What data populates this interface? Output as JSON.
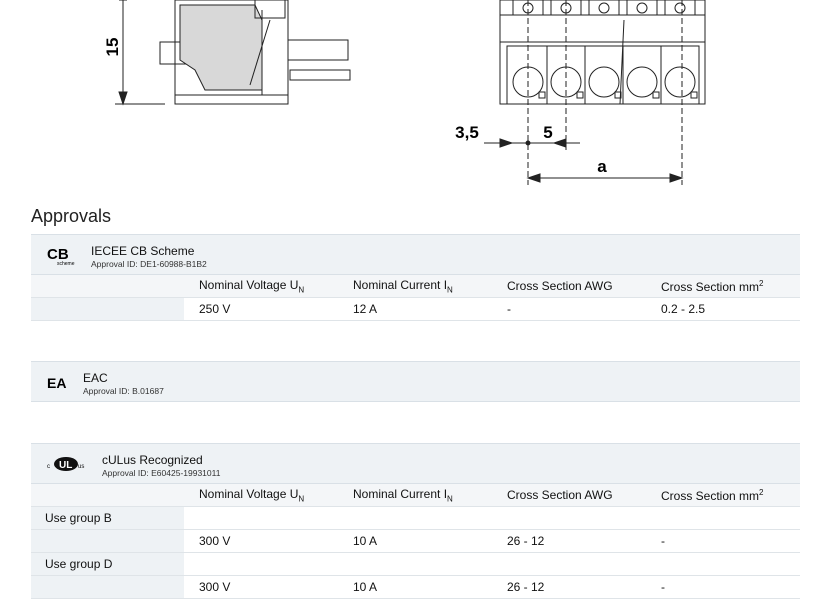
{
  "drawing": {
    "dim_height": "15",
    "dim_offset": "3,5",
    "dim_pitch": "5",
    "dim_a": "a"
  },
  "section_title": "Approvals",
  "approvals": [
    {
      "name": "IECEE CB Scheme",
      "approval_id": "Approval ID: DE1-60988-B1B2",
      "logo": "cb-scheme-logo",
      "columns": [
        "Nominal Voltage U",
        "Nominal Current I",
        "Cross Section AWG",
        "Cross Section mm"
      ],
      "col_sub": [
        "N",
        "N",
        "",
        ""
      ],
      "col_sup": [
        "",
        "",
        "",
        "2"
      ],
      "rows": [
        {
          "label": "",
          "values": [
            "250 V",
            "12 A",
            "-",
            "0.2 - 2.5"
          ]
        }
      ]
    },
    {
      "name": "EAC",
      "approval_id": "Approval ID: B.01687",
      "logo": "eac-logo"
    },
    {
      "name": "cULus Recognized",
      "approval_id": "Approval ID: E60425-19931011",
      "logo": "culus-logo",
      "columns": [
        "Nominal Voltage U",
        "Nominal Current I",
        "Cross Section AWG",
        "Cross Section mm"
      ],
      "col_sub": [
        "N",
        "N",
        "",
        ""
      ],
      "col_sup": [
        "",
        "",
        "",
        "2"
      ],
      "groups": [
        {
          "label": "Use group B",
          "values": [
            "300 V",
            "10 A",
            "26 - 12",
            "-"
          ]
        },
        {
          "label": "Use group D",
          "values": [
            "300 V",
            "10 A",
            "26 - 12",
            "-"
          ]
        }
      ]
    }
  ]
}
